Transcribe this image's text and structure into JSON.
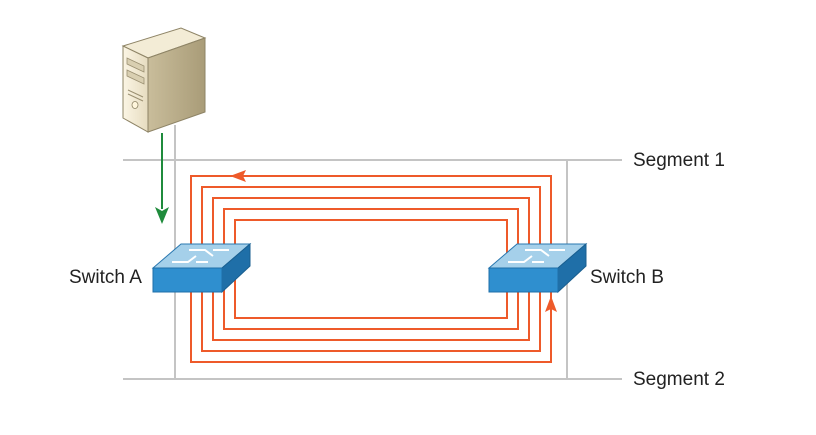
{
  "segments": [
    {
      "label": "Segment 1"
    },
    {
      "label": "Segment 2"
    }
  ],
  "switches": [
    {
      "label": "Switch A"
    },
    {
      "label": "Switch B"
    }
  ],
  "loop": {
    "count": 5
  },
  "icons": {
    "server": "server-tower-icon",
    "switch": "network-switch-icon"
  },
  "colors": {
    "segment_line": "#c4c4c4",
    "loop": "#ee5a2a",
    "host_arrow": "#1f8b3c",
    "switch_top": "#a5d0ea",
    "switch_front": "#2f8fcf",
    "switch_side": "#1f6fa8"
  }
}
